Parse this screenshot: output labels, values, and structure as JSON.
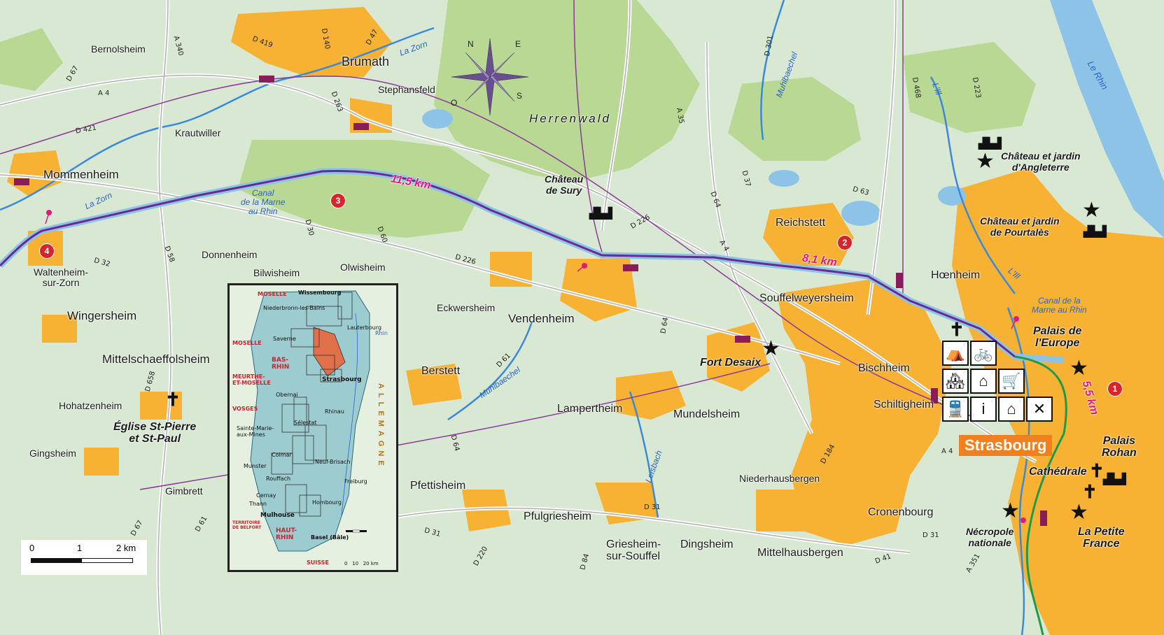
{
  "places": {
    "bernolsheim": "Bernolsheim",
    "brumath": "Brumath",
    "stephansfeld": "Stephansfeld",
    "krautwiller": "Krautwiller",
    "mommenheim": "Mommenheim",
    "herrenwald": "Herrenwald",
    "chateau_sury": "Château\nde Sury",
    "reichstett": "Reichstett",
    "hoenheim": "Hœnheim",
    "souffelweyersheim": "Souffelweyersheim",
    "chateau_angleterre": "Château et jardin\nd'Angleterre",
    "chateau_pourtales": "Château et jardin\nde Pourtalès",
    "waltenheim": "Waltenheim-\nsur-Zorn",
    "donnenheim": "Donnenheim",
    "bilwisheim": "Bilwisheim",
    "olwisheim": "Olwisheim",
    "eckwersheim": "Eckwersheim",
    "vendenheim": "Vendenheim",
    "fort_desaix": "Fort Desaix",
    "bischheim": "Bischheim",
    "schiltigheim": "Schiltigheim",
    "wingersheim": "Wingersheim",
    "mittelschaeffolsheim": "Mittelschaeffolsheim",
    "hohatzenheim": "Hohatzenheim",
    "eglise": "Église St-Pierre\net St-Paul",
    "gingsheim": "Gingsheim",
    "gimbrett": "Gimbrett",
    "berstett": "Berstett",
    "lampertheim": "Lampertheim",
    "mundelsheim": "Mundelsheim",
    "pfettisheim": "Pfettisheim",
    "pfulgriesheim": "Pfulgriesheim",
    "niederhausbergen": "Niederhausbergen",
    "cronenbourg": "Cronenbourg",
    "necropole": "Nécropole\nnationale",
    "griesheim": "Griesheim-\nsur-Souffel",
    "dingsheim": "Dingsheim",
    "mittelhausbergen": "Mittelhausbergen",
    "palais_europe": "Palais de\nl'Europe",
    "palais_rohan": "Palais\nRohan",
    "cathedrale": "Cathédrale",
    "petite_france": "La Petite\nFrance",
    "strasbourg": "Strasbourg"
  },
  "water": {
    "la_zorn_1": "La Zorn",
    "la_zorn_2": "La Zorn",
    "canal_1": "Canal\nde la Marne\nau Rhin",
    "canal_2": "Canal de la\nMarne au Rhin",
    "muhlbaechel_1": "Muhlbaechel",
    "muhlbaechel_2": "Muhlbaechel",
    "lill_1": "L'Ill",
    "lill_2": "L'Ill",
    "le_rhin": "Le Rhin",
    "leisbach": "Leisbach"
  },
  "roads": [
    "A 340",
    "D 419",
    "D 140",
    "D 47",
    "D 263",
    "A 4",
    "D 421",
    "D 64",
    "D 30",
    "D 32",
    "D 58",
    "D 60",
    "D 226",
    "D 63",
    "D 37",
    "A 35",
    "D 301",
    "D 468",
    "D 223",
    "D 84",
    "D 61",
    "D 31",
    "D 220",
    "D 184",
    "D 41",
    "A 351",
    "D 658",
    "D 67",
    "D 226"
  ],
  "distances": {
    "leg3": "11,5 km",
    "leg2": "8,1 km",
    "leg1": "5,5 km"
  },
  "waypoints": [
    "1",
    "2",
    "3",
    "4"
  ],
  "compass": {
    "n": "N",
    "e": "E",
    "s": "S",
    "o": "O"
  },
  "scale": {
    "t0": "0",
    "t1": "1",
    "t2": "2 km"
  },
  "inset": {
    "wissembourg": "Wissembourg",
    "niederbronn": "Niederbronn-les-Bains",
    "lauterbourg": "Lauterbourg",
    "moselle_1": "MOSELLE",
    "saverne": "Saverne",
    "moselle_2": "MOSELLE",
    "bas_rhin": "BAS-\nRHIN",
    "meurthe": "MEURTHE-\nET-MOSELLE",
    "strasbourg": "Strasbourg",
    "obernai": "Obernai",
    "rhinau": "Rhinau",
    "vosges": "VOSGES",
    "selestat": "Sélestat",
    "sainte_marie": "Sainte-Marie-\naux-Mines",
    "colmar": "Colmar",
    "neuf_brisach": "Neuf-Brisach",
    "munster": "Munster",
    "rouffach": "Rouffach",
    "freiburg": "Freiburg",
    "cernay": "Cernay",
    "thann": "Thann",
    "hombourg": "Hombourg",
    "mulhouse": "Mulhouse",
    "territoire": "TERRITOIRE\nDE BELFORT",
    "haut_rhin": "HAUT-\nRHIN",
    "basel": "Basel (Bâle)",
    "suisse": "SUISSE",
    "allemagne": "ALLEMAGNE",
    "rhin": "Rhin",
    "scale": "0   10   20 km"
  },
  "icons": [
    "cross-icon",
    "camping-icon",
    "bicycle-icon",
    "lodging-icon",
    "house-icon",
    "shopping-cart-icon",
    "train-icon",
    "info-icon",
    "market-icon",
    "restaurant-icon"
  ],
  "colors": {
    "town": "#f7b234",
    "forest": "#b8d894",
    "water": "#8ec3e8",
    "route": "#6a2b91",
    "route_green": "#1f9a4a",
    "distance": "#e0197d",
    "waypoint": "#d7262b",
    "strasbourg_tag": "#f07f1e"
  }
}
